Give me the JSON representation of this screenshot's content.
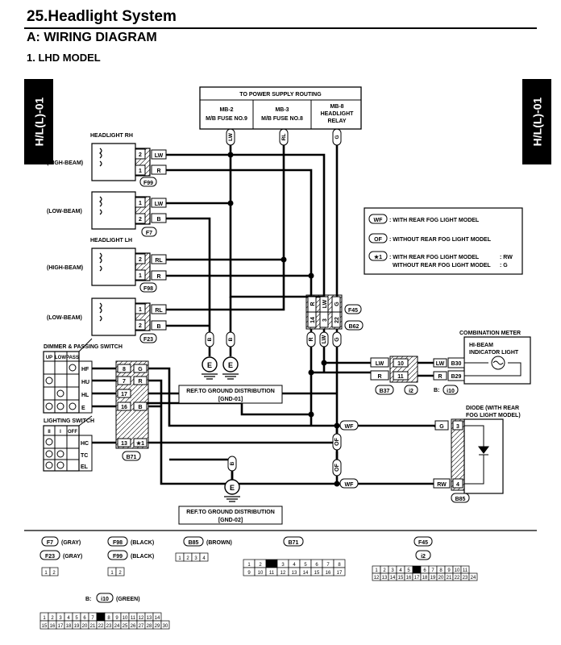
{
  "header": {
    "title": "25.Headlight System",
    "section": "A:  WIRING DIAGRAM",
    "subsection": "1.  LHD MODEL",
    "page_ref": "H/L(L)-01"
  },
  "power": {
    "title": "TO POWER SUPPLY ROUTING",
    "mb2_code": "MB-2",
    "mb2_name": "M/B FUSE NO.9",
    "mb3_code": "MB-3",
    "mb3_name": "M/B FUSE NO.8",
    "mb8_code": "MB-8",
    "mb8_name1": "HEADLIGHT",
    "mb8_name2": "RELAY"
  },
  "wires": {
    "lw": "LW",
    "rl": "RL",
    "g": "G",
    "r": "R",
    "b": "B",
    "rw": "RW",
    "wf": "WF",
    "of": "OF"
  },
  "headlights": {
    "rh_title": "HEADLIGHT RH",
    "lh_title": "HEADLIGHT LH",
    "high_beam": "(HIGH-BEAM)",
    "low_beam": "(LOW-BEAM)"
  },
  "connectors": {
    "f99": "F99",
    "f7": "F7",
    "f98": "F98",
    "f23": "F23",
    "f45": "F45",
    "b62": "B62",
    "b37": "B37",
    "i2": "i2",
    "i10": "i10",
    "b71": "B71",
    "b85": "B85",
    "i10_prefix": "B:",
    "star1": "★1"
  },
  "pins": {
    "p1": "1",
    "p2": "2",
    "p3": "3",
    "p4": "4",
    "p5": "5",
    "p6": "6",
    "p7": "7",
    "p8": "8",
    "p10": "10",
    "p11": "11",
    "p13": "13",
    "p14": "14",
    "p16": "16",
    "p17": "17",
    "p22": "22",
    "b29": "B29",
    "b30": "B30"
  },
  "legend": {
    "wf_text": ": WITH REAR FOG LIGHT MODEL",
    "of_text": ": WITHOUT REAR FOG LIGHT MODEL",
    "star_line1": ": WITH REAR FOG LIGHT MODEL",
    "star_line2": "WITHOUT REAR FOG LIGHT MODEL",
    "star_rw": ":  RW",
    "star_g": ":  G"
  },
  "combination_meter": {
    "title": "COMBINATION METER",
    "label1": "HI-BEAM",
    "label2": "INDICATOR LIGHT"
  },
  "dimmer_switch": {
    "title": "DIMMER & PASSING SWITCH",
    "cols": [
      "UP",
      "LOW",
      "PASS"
    ],
    "rows": [
      "HF",
      "HU",
      "HL",
      "E"
    ]
  },
  "lighting_switch": {
    "title": "LIGHTING SWITCH",
    "cols": [
      "II",
      "I",
      "OFF"
    ],
    "rows": [
      "HC",
      "TC",
      "EL"
    ]
  },
  "ground": {
    "symbol": "E",
    "ref1_line1": "REF.TO GROUND DISTRIBUTION",
    "ref1_line2": "[GND-01]",
    "ref2_line1": "REF.TO GROUND DISTRIBUTION",
    "ref2_line2": "[GND-02]"
  },
  "diode": {
    "title1": "DIODE (WITH REAR",
    "title2": "FOG LIGHT MODEL)"
  },
  "connector_key": {
    "f7": "F7",
    "f7_color": "(GRAY)",
    "f23": "F23",
    "f23_color": "(GRAY)",
    "f98": "F98",
    "f98_color": "(BLACK)",
    "f99": "F99",
    "f99_color": "(BLACK)",
    "b85": "B85",
    "b85_color": "(BROWN)",
    "b71": "B71",
    "f45": "F45",
    "i2": "i2",
    "i10_prefix": "B:",
    "i10": "i10",
    "i10_color": "(GREEN)"
  },
  "pinouts": {
    "two_pin": [
      "1",
      "2"
    ],
    "b85": [
      "1",
      "2",
      "3",
      "4"
    ],
    "b71_top": [
      "1",
      "2",
      "",
      "3",
      "4",
      "5",
      "6",
      "7",
      "8"
    ],
    "b71_bottom": [
      "9",
      "10",
      "11",
      "12",
      "13",
      "14",
      "15",
      "16",
      "17"
    ],
    "f45_top": [
      "1",
      "2",
      "3",
      "4",
      "5",
      "",
      "6",
      "7",
      "8",
      "9",
      "10",
      "11"
    ],
    "f45_bottom": [
      "12",
      "13",
      "14",
      "15",
      "16",
      "17",
      "18",
      "19",
      "20",
      "21",
      "22",
      "23",
      "24"
    ],
    "i10_top": [
      "1",
      "2",
      "3",
      "4",
      "5",
      "6",
      "7",
      "",
      "8",
      "9",
      "10",
      "11",
      "12",
      "13",
      "14"
    ],
    "i10_bottom": [
      "15",
      "16",
      "17",
      "18",
      "19",
      "20",
      "21",
      "22",
      "23",
      "24",
      "25",
      "26",
      "27",
      "28",
      "29",
      "30"
    ]
  }
}
